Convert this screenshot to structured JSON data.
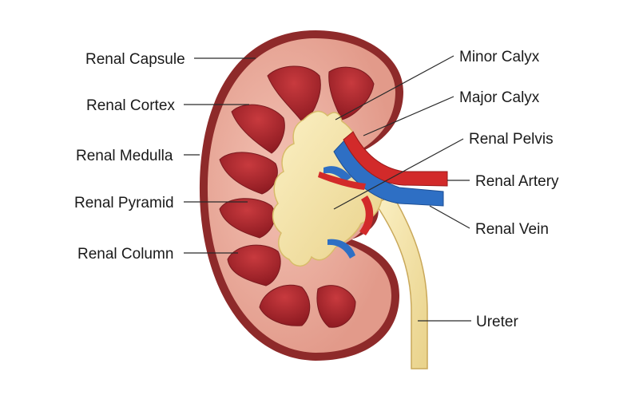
{
  "labels": {
    "renal_capsule": "Renal Capsule",
    "renal_cortex": "Renal Cortex",
    "renal_medulla": "Renal Medulla",
    "renal_pyramid": "Renal Pyramid",
    "renal_column": "Renal Column",
    "minor_calyx": "Minor Calyx",
    "major_calyx": "Major Calyx",
    "renal_pelvis": "Renal Pelvis",
    "renal_artery": "Renal Artery",
    "renal_vein": "Renal Vein",
    "ureter": "Ureter"
  },
  "colors": {
    "capsule": "#8e2a2a",
    "cortex": "#e6a193",
    "pyramid": "#a8232a",
    "pelvis": "#f3e2a6",
    "artery": "#d22a2a",
    "vein": "#2e6fc4"
  }
}
